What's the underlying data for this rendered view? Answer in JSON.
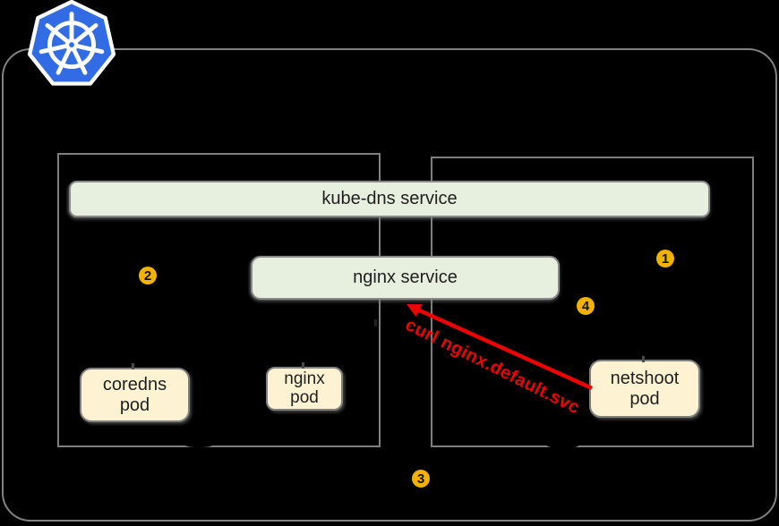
{
  "logo": {
    "icon": "kubernetes-logo"
  },
  "services": [
    {
      "label": "kube-dns service"
    },
    {
      "label": "nginx service"
    }
  ],
  "pods": [
    {
      "name": "coredns",
      "kind": "pod"
    },
    {
      "name": "nginx",
      "kind": "pod"
    },
    {
      "name": "netshoot",
      "kind": "pod"
    }
  ],
  "badges": [
    {
      "number": "1"
    },
    {
      "number": "2"
    },
    {
      "number": "3"
    },
    {
      "number": "4"
    }
  ],
  "arrow": {
    "label": "curl nginx.default.svc"
  },
  "colors": {
    "background": "#000000",
    "cluster_border": "#828282",
    "node_border": "#7f7f7f",
    "service_fill": "#e7efde",
    "service_border": "#8a8a8a",
    "pod_fill": "#fdf3d3",
    "pod_border": "#808080",
    "badge_fill": "#f2b200",
    "badge_text": "#111111",
    "arrow": "#ee0202",
    "text": "#1f1f1f",
    "k8s_blue": "#326ce5"
  }
}
